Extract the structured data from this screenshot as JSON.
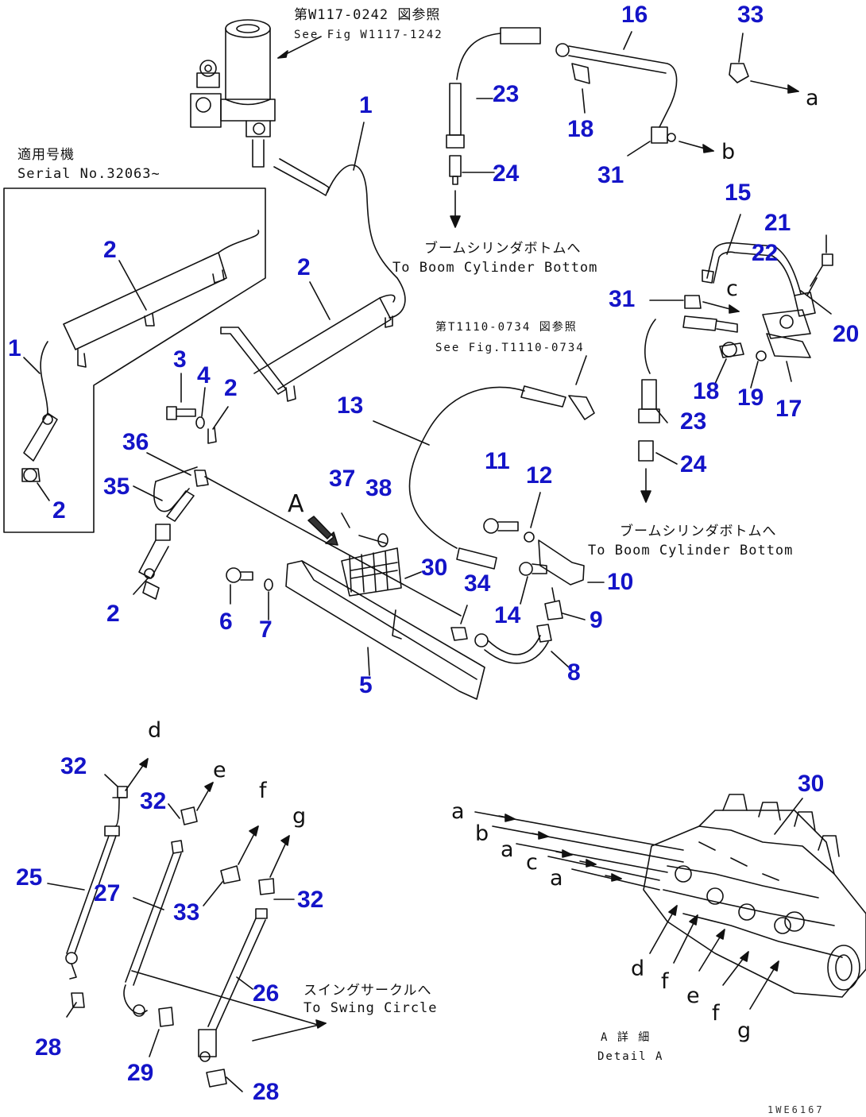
{
  "colors": {
    "callout": "#1414c8",
    "line": "#111111",
    "background": "#ffffff"
  },
  "callouts": {
    "c1_top": "1",
    "c1_left": "1",
    "c2_a": "2",
    "c2_b": "2",
    "c2_c": "2",
    "c2_d": "2",
    "c2_e": "2",
    "c3": "3",
    "c4": "4",
    "c5": "5",
    "c6": "6",
    "c7": "7",
    "c8": "8",
    "c9": "9",
    "c10": "10",
    "c11": "11",
    "c12": "12",
    "c13": "13",
    "c14": "14",
    "c15": "15",
    "c16": "16",
    "c17": "17",
    "c18_top": "18",
    "c18_right": "18",
    "c19": "19",
    "c20": "20",
    "c21": "21",
    "c22": "22",
    "c23_top": "23",
    "c23_right": "23",
    "c24_top": "24",
    "c24_right": "24",
    "c25": "25",
    "c26": "26",
    "c27": "27",
    "c28_a": "28",
    "c28_b": "28",
    "c29": "29",
    "c30_main": "30",
    "c30_detail": "30",
    "c31_top": "31",
    "c31_right": "31",
    "c32_a": "32",
    "c32_b": "32",
    "c32_c": "32",
    "c33_top": "33",
    "c33_bottom": "33",
    "c34": "34",
    "c35": "35",
    "c36": "36",
    "c37": "37",
    "c38": "38"
  },
  "letters": {
    "a_top": "a",
    "b_top": "b",
    "c_mid": "c",
    "d_hose": "d",
    "e_hose": "e",
    "f_hose": "f",
    "g_hose": "g",
    "a1": "a",
    "b1": "b",
    "a2": "a",
    "c1": "c",
    "a3": "a",
    "d_port": "d",
    "f_port1": "f",
    "e_port": "e",
    "f_port2": "f",
    "g_port": "g",
    "view_A": "A"
  },
  "notes": {
    "ref_top_jp": "第W117-0242 図参照",
    "ref_top_en": "See Fig W1117-1242",
    "serial_jp": "適用号機",
    "serial_en": "Serial No.32063~",
    "boom1_jp": "ブームシリンダボトムへ",
    "boom1_en": "To Boom Cylinder Bottom",
    "ref_mid_jp": "第T1110-0734 図参照",
    "ref_mid_en": "See Fig.T1110-0734",
    "boom2_jp": "ブームシリンダボトムへ",
    "boom2_en": "To Boom Cylinder Bottom",
    "swing_jp": "スイングサークルへ",
    "swing_en": "To Swing Circle",
    "detail_jp": "A 詳 細",
    "detail_en": "Detail A",
    "drawing_code": "1WE6167"
  }
}
